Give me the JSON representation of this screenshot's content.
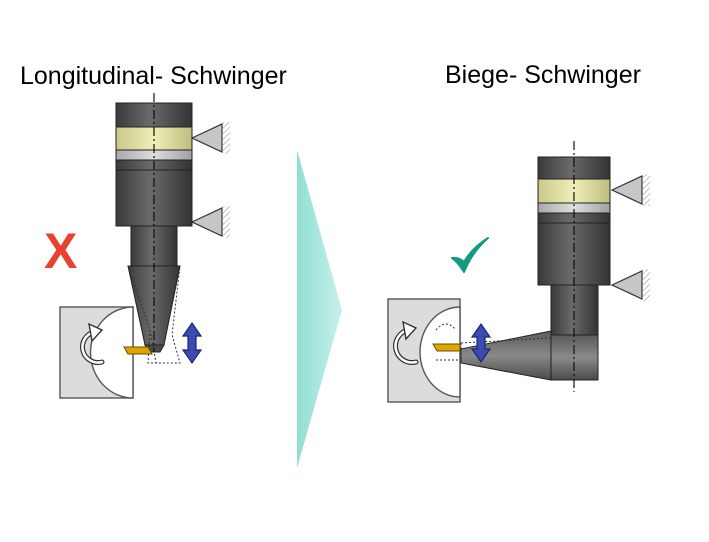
{
  "titles": {
    "left": "Longitudinal- Schwinger",
    "right": "Biege- Schwinger"
  },
  "marks": {
    "left": "X",
    "right": "✓"
  },
  "colors": {
    "body_dark": "#4a4a4a",
    "band_yellow": "#e3e3a6",
    "band_light": "#c8c8c8",
    "support": "#c6c6c6",
    "workpiece": "#dcdcdc",
    "arrow_blue": "#3b4bb0",
    "tool_yellow": "#e0a300",
    "divider_cyan": "#a9e8df",
    "cross_red": "#e8412e",
    "check_green": "#149a82"
  },
  "icons": [
    "rotation-arrow-icon",
    "vibration-arrow-icon",
    "support-triangle-icon",
    "check-icon",
    "cross-icon"
  ]
}
